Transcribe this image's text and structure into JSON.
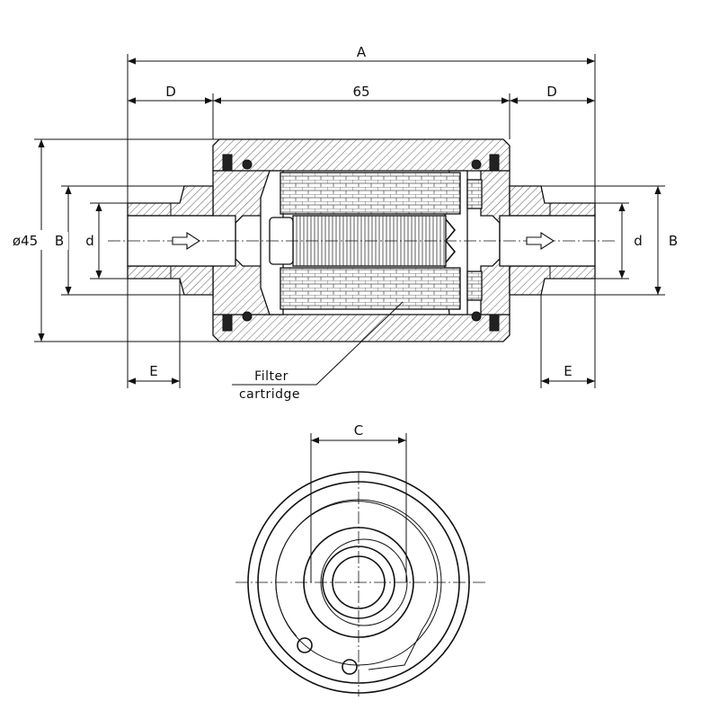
{
  "section_view": {
    "labels": {
      "overall_length": "A",
      "end_length_left": "D",
      "body_length": "65",
      "end_length_right": "D",
      "outer_diameter": "ø45",
      "bore_left": "B",
      "inner_left": "d",
      "inner_right": "d",
      "bore_right": "B",
      "thread_left": "E",
      "thread_right": "E"
    },
    "callout": {
      "line1": "Filter",
      "line2": "cartridge"
    }
  },
  "end_view": {
    "labels": {
      "width": "C"
    }
  }
}
